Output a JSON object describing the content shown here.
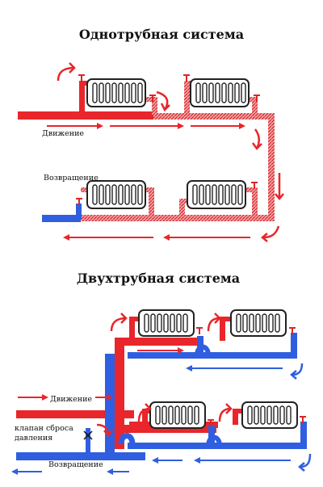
{
  "one_pipe": {
    "title": "Однотрубная система",
    "label_supply": "Движение",
    "label_return": "Возвращение"
  },
  "two_pipe": {
    "title": "Двухтрубная система",
    "label_supply": "Движение",
    "label_valve_line1": "клапан сброса",
    "label_valve_line2": "давления",
    "label_return": "Возвращение"
  },
  "colors": {
    "supply": "#e8262b",
    "return": "#2f5fe0",
    "mixed_pipe": "#e46a6e",
    "arrow_red": "#e8262b",
    "arrow_blue": "#2f5fe0",
    "radiator_stroke": "#222222",
    "background": "#ffffff"
  },
  "icons": [
    "radiator-icon",
    "valve-icon",
    "flow-arrow-icon",
    "pressure-relief-valve-icon"
  ]
}
